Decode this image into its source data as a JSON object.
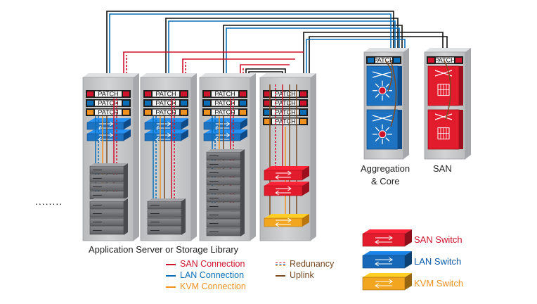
{
  "patch_label": "PATCH",
  "racks": {
    "caption": "Application Server or Storage Library",
    "ellipsis": "........"
  },
  "aggregation": {
    "label_line1": "Aggregation",
    "label_line2": "& Core"
  },
  "san": {
    "label": "SAN"
  },
  "legend_lines": [
    {
      "label": "SAN Connection",
      "color": "#d0142c"
    },
    {
      "label": "LAN Connection",
      "color": "#0a6fb8"
    },
    {
      "label": "KVM Connection",
      "color": "#f0901e"
    }
  ],
  "legend_other": [
    {
      "label": "Redunancy"
    },
    {
      "label": "Uplink",
      "color": "#7a4a22"
    }
  ],
  "legend_switches": [
    {
      "label": "SAN Switch",
      "color": "#e31c2d",
      "text_color": "#d0142c"
    },
    {
      "label": "LAN Switch",
      "color": "#1768b8",
      "text_color": "#0a5aa8"
    },
    {
      "label": "KVM Switch",
      "color": "#f2a51f",
      "text_color": "#f0901e"
    }
  ]
}
